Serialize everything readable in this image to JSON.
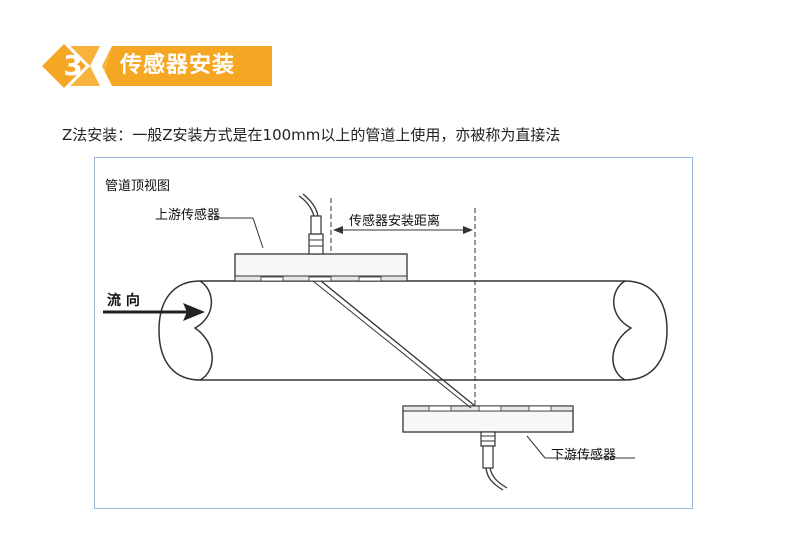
{
  "step": {
    "number": "3",
    "title": "传感器安装",
    "accent_color": "#f5a623"
  },
  "description": "Z法安装：一般Z安装方式是在100mm以上的管道上使用，亦被称为直接法",
  "figure": {
    "view_title": "管道顶视图",
    "upstream_label": "上游传感器",
    "distance_label": "传感器安装距离",
    "flow_label": "流 向",
    "downstream_label": "下游传感器"
  }
}
